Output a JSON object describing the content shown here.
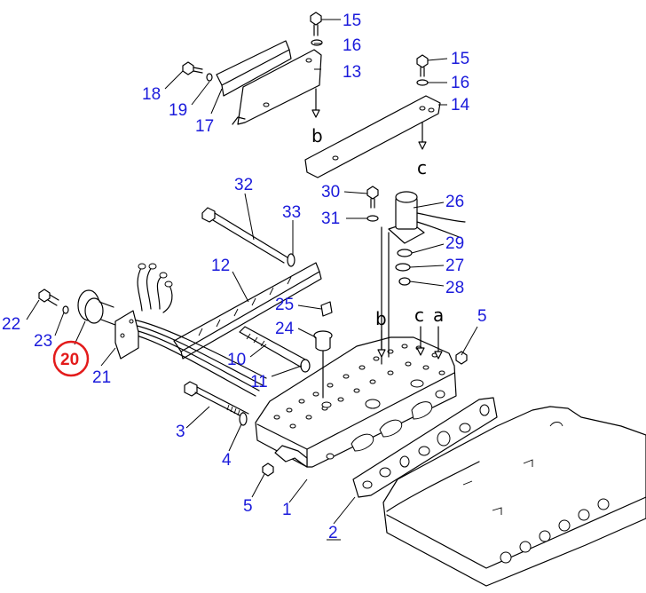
{
  "callouts": [
    {
      "id": "c15a",
      "text": "15"
    },
    {
      "id": "c16a",
      "text": "16"
    },
    {
      "id": "c13",
      "text": "13"
    },
    {
      "id": "c18",
      "text": "18"
    },
    {
      "id": "c19",
      "text": "19"
    },
    {
      "id": "c17",
      "text": "17"
    },
    {
      "id": "c15b",
      "text": "15"
    },
    {
      "id": "c16b",
      "text": "16"
    },
    {
      "id": "c14",
      "text": "14"
    },
    {
      "id": "c32",
      "text": "32"
    },
    {
      "id": "c33",
      "text": "33"
    },
    {
      "id": "c30",
      "text": "30"
    },
    {
      "id": "c26",
      "text": "26"
    },
    {
      "id": "c31",
      "text": "31"
    },
    {
      "id": "c29",
      "text": "29"
    },
    {
      "id": "c27",
      "text": "27"
    },
    {
      "id": "c28",
      "text": "28"
    },
    {
      "id": "c12",
      "text": "12"
    },
    {
      "id": "c25",
      "text": "25"
    },
    {
      "id": "c22",
      "text": "22"
    },
    {
      "id": "c24",
      "text": "24"
    },
    {
      "id": "c5a",
      "text": "5"
    },
    {
      "id": "c23",
      "text": "23"
    },
    {
      "id": "c20",
      "text": "20"
    },
    {
      "id": "c21",
      "text": "21"
    },
    {
      "id": "c10",
      "text": "10"
    },
    {
      "id": "c11",
      "text": "11"
    },
    {
      "id": "c3",
      "text": "3"
    },
    {
      "id": "c4",
      "text": "4"
    },
    {
      "id": "c5b",
      "text": "5"
    },
    {
      "id": "c1",
      "text": "1"
    },
    {
      "id": "c2",
      "text": "2"
    }
  ],
  "connection_refs": {
    "b_top": "b",
    "c_top": "c",
    "b_block": "b",
    "c_block": "c",
    "a_block": "a"
  },
  "highlight": {
    "part": "20",
    "color": "#e31b1b"
  },
  "colors": {
    "callout": "#1a1adb",
    "linework": "#000000"
  }
}
